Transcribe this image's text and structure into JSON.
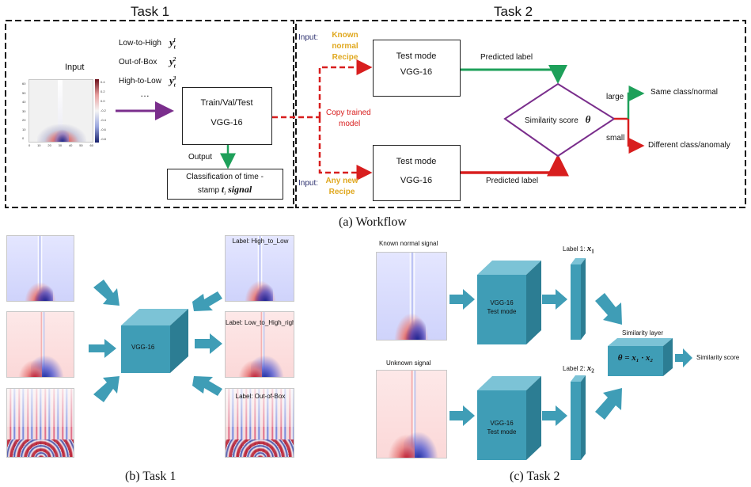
{
  "workflow": {
    "task1_title": "Task 1",
    "task2_title": "Task 2",
    "input_label": "Input",
    "labels": {
      "low_to_high": "Low-to-High",
      "out_of_box": "Out-of-Box",
      "high_to_low": "High-to-Low",
      "ellipsis": "…",
      "y1": "y",
      "y1_sub": "t",
      "y1_sup": "1",
      "y2": "y",
      "y2_sub": "t",
      "y2_sup": "2",
      "y3": "y",
      "y3_sub": "t",
      "y3_sup": "3"
    },
    "train_box": {
      "line1": "Train/Val/Test",
      "line2": "VGG-16"
    },
    "output_label": "Output",
    "classification_box": {
      "line1": "Classification of time -",
      "line2_pre": "stamp ",
      "line2_math": "t",
      "line2_sub": "i",
      "line2_post": " signal"
    },
    "input_known": {
      "prefix": "Input:",
      "line1": "Known",
      "line2": "normal",
      "line3": "Recipe"
    },
    "input_any": {
      "prefix": "Input:",
      "line1": "Any new",
      "line2": "Recipe"
    },
    "copy_trained": {
      "line1": "Copy trained",
      "line2": "model"
    },
    "test_mode_top": {
      "line1": "Test mode",
      "line2": "VGG-16"
    },
    "test_mode_bottom": {
      "line1": "Test mode",
      "line2": "VGG-16"
    },
    "predicted_label_top": "Predicted label",
    "predicted_label_bottom": "Predicted label",
    "similarity_score": "Similarity score",
    "theta": "θ",
    "large": "large",
    "small": "small",
    "same_class": "Same class/normal",
    "different_class": "Different class/anomaly",
    "heatmap_yticks": [
      "60",
      "50",
      "40",
      "30",
      "20",
      "10",
      "0"
    ],
    "heatmap_xticks": [
      "0",
      "10",
      "20",
      "30",
      "40",
      "50",
      "60"
    ],
    "colorbar_ticks": [
      "0.4",
      "0.2",
      "0.0",
      "-0.2",
      "-0.4",
      "-0.6",
      "-0.8"
    ]
  },
  "captions": {
    "a": "(a) Workflow",
    "b": "(b) Task 1",
    "c": "(c) Task 2"
  },
  "task1_panel": {
    "cube_label": "VGG-16",
    "label_high_to_low": "Label: High_to_Low",
    "label_low_to_high_right": "Label: Low_to_High_right",
    "label_out_of_box": "Label: Out-of-Box"
  },
  "task2_panel": {
    "known_normal": "Known normal signal",
    "unknown": "Unknown signal",
    "cube_top": {
      "line1": "VGG-16",
      "line2": "Test mode"
    },
    "cube_bottom": {
      "line1": "VGG-16",
      "line2": "Test mode"
    },
    "label1": "Label 1: ",
    "label1_math": "x",
    "label1_sub": "1",
    "label2": "Label 2: ",
    "label2_math": "x",
    "label2_sub": "2",
    "similarity_layer": "Similarity layer",
    "formula": "θ = x₁ · x₂",
    "similarity_score": "Similarity score"
  },
  "colors": {
    "teal": "#3f9db6",
    "teal_dark": "#2c7d93",
    "teal_light": "#7cc3d6",
    "arrow_purple": "#7a2e8c",
    "arrow_green": "#1ea05a",
    "arrow_red": "#d81e1e",
    "diamond": "#7a2e8c",
    "gold": "#e0a81f",
    "navy": "#2b2f6e"
  }
}
